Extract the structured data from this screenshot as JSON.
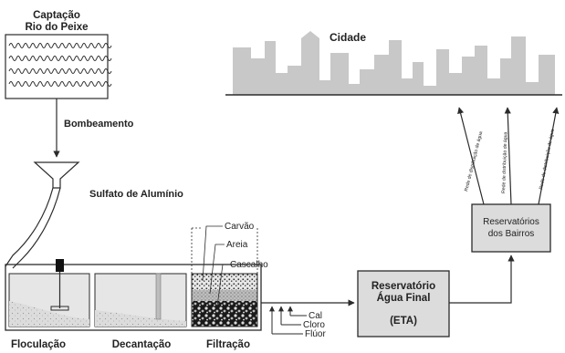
{
  "labels": {
    "captacao": "Captação",
    "rio": "Rio do Peixe",
    "bombeamento": "Bombeamento",
    "sulfato": "Sulfato de Alumínio",
    "cidade": "Cidade",
    "carvao": "Carvão",
    "areia": "Areia",
    "cascalho": "Cascalho",
    "reservatorio_final_1": "Reservatório",
    "reservatorio_final_2": "Água Final",
    "eta": "(ETA)",
    "reservatorios_bairros_1": "Reservatórios",
    "reservatorios_bairros_2": "dos Bairros",
    "cal": "Cal",
    "cloro": "Cloro",
    "fluor": "Flúor",
    "floculacao": "Floculação",
    "decantacao": "Decantação",
    "filtracao": "Filtração",
    "rede": "Rede de distribuição de água"
  },
  "colors": {
    "line": "#2b2b2b",
    "box_fill": "#d9d9d9",
    "city": "#c8c8c8",
    "tank_water": "#e3e3e3",
    "sediment": "#cfcfcf"
  }
}
